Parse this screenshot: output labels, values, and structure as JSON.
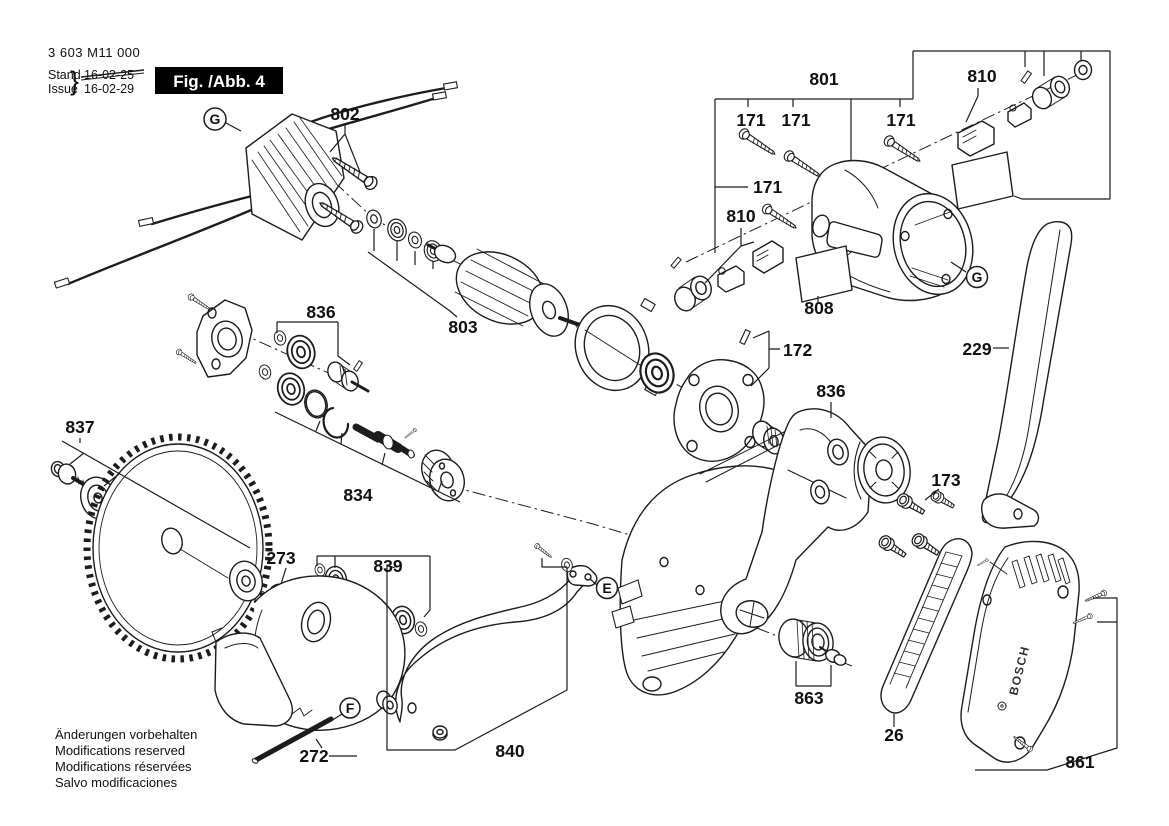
{
  "header": {
    "part_number": "3 603 M11 000",
    "stand_label": "Stand",
    "issue_label": "Issue",
    "brace": "}",
    "stand_date": "16-02-25",
    "issue_date": "16-02-29",
    "figure_label": "Fig. /Abb. 4"
  },
  "footer": {
    "line1": "Änderungen vorbehalten",
    "line2": "Modifications reserved",
    "line3": "Modifications réservées",
    "line4": "Salvo modificaciones"
  },
  "callouts": {
    "n26": "26",
    "n171": "171",
    "n172": "172",
    "n173": "173",
    "n229": "229",
    "n272": "272",
    "n273": "273",
    "n801": "801",
    "n802": "802",
    "n803": "803",
    "n808": "808",
    "n810": "810",
    "n834": "834",
    "n836": "836",
    "n837": "837",
    "n839": "839",
    "n840": "840",
    "n861": "861",
    "n863": "863"
  },
  "letters": {
    "g": "G",
    "e": "E",
    "f": "F"
  },
  "logo_text": "BOSCH",
  "colors": {
    "line": "#1c1c1c",
    "background": "#ffffff",
    "fig_box": "#000000"
  }
}
